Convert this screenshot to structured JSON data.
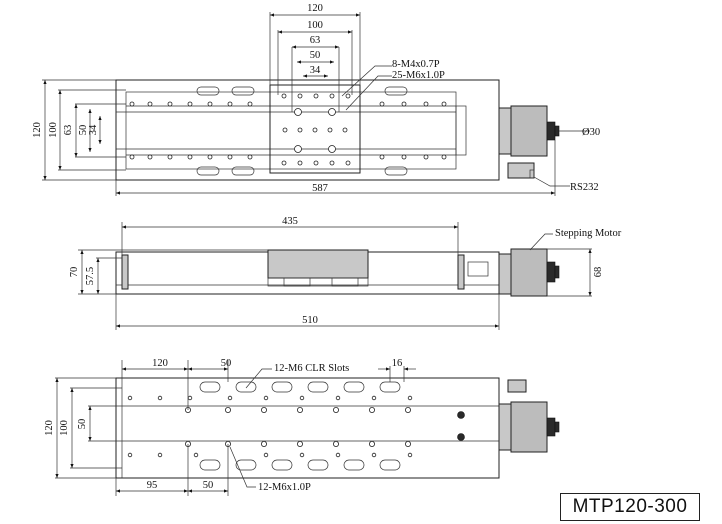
{
  "model": "MTP120-300",
  "top_view": {
    "dims": {
      "w120": "120",
      "w100": "100",
      "w63": "63",
      "w50": "50",
      "w34": "34",
      "h120": "120",
      "h100": "100",
      "h63": "63",
      "h50": "50",
      "h34": "34",
      "len587": "587"
    },
    "callouts": {
      "holes_m4": "8-M4x0.7P",
      "holes_m6": "25-M6x1.0P",
      "knob": "Ø30",
      "connector": "RS232"
    }
  },
  "side_view": {
    "dims": {
      "len435": "435",
      "len510": "510",
      "h70": "70",
      "h575": "57.5",
      "h68": "68"
    },
    "callouts": {
      "motor": "Stepping Motor"
    }
  },
  "bottom_view": {
    "dims": {
      "x120": "120",
      "x50": "50",
      "w16": "16",
      "h120": "120",
      "h100": "100",
      "h50": "50",
      "x95": "95",
      "x50b": "50"
    },
    "callouts": {
      "slots": "12-M6 CLR Slots",
      "holes": "12-M6x1.0P"
    }
  }
}
